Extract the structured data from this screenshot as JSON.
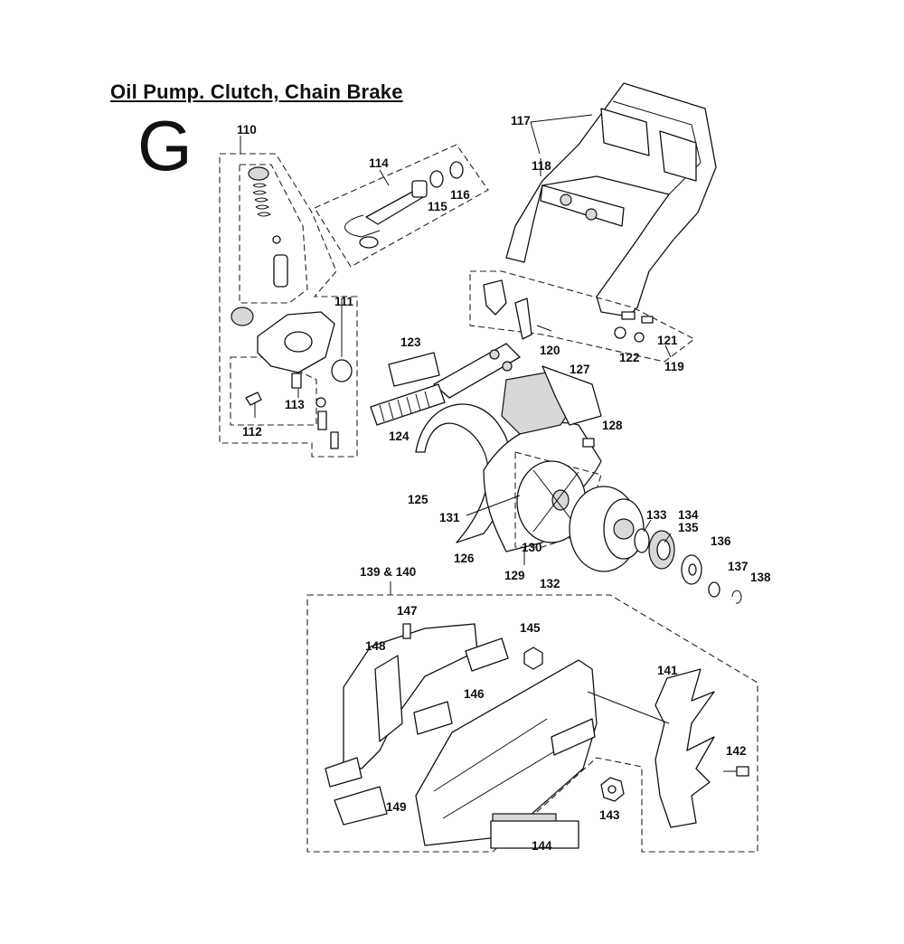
{
  "title": "Oil Pump. Clutch, Chain Brake",
  "section": "G",
  "callouts": {
    "p110": "110",
    "p111": "111",
    "p112": "112",
    "p113": "113",
    "p114": "114",
    "p115": "115",
    "p116": "116",
    "p117": "117",
    "p118": "118",
    "p119": "119",
    "p120": "120",
    "p121": "121",
    "p122": "122",
    "p123": "123",
    "p124": "124",
    "p125": "125",
    "p126": "126",
    "p127": "127",
    "p128": "128",
    "p129": "129",
    "p130": "130",
    "p131": "131",
    "p132": "132",
    "p133": "133",
    "p134": "134",
    "p135": "135",
    "p136": "136",
    "p137": "137",
    "p138": "138",
    "p139_140": "139 & 140",
    "p141": "141",
    "p142": "142",
    "p143": "143",
    "p144": "144",
    "p145": "145",
    "p146": "146",
    "p147": "147",
    "p148": "148",
    "p149": "149"
  }
}
